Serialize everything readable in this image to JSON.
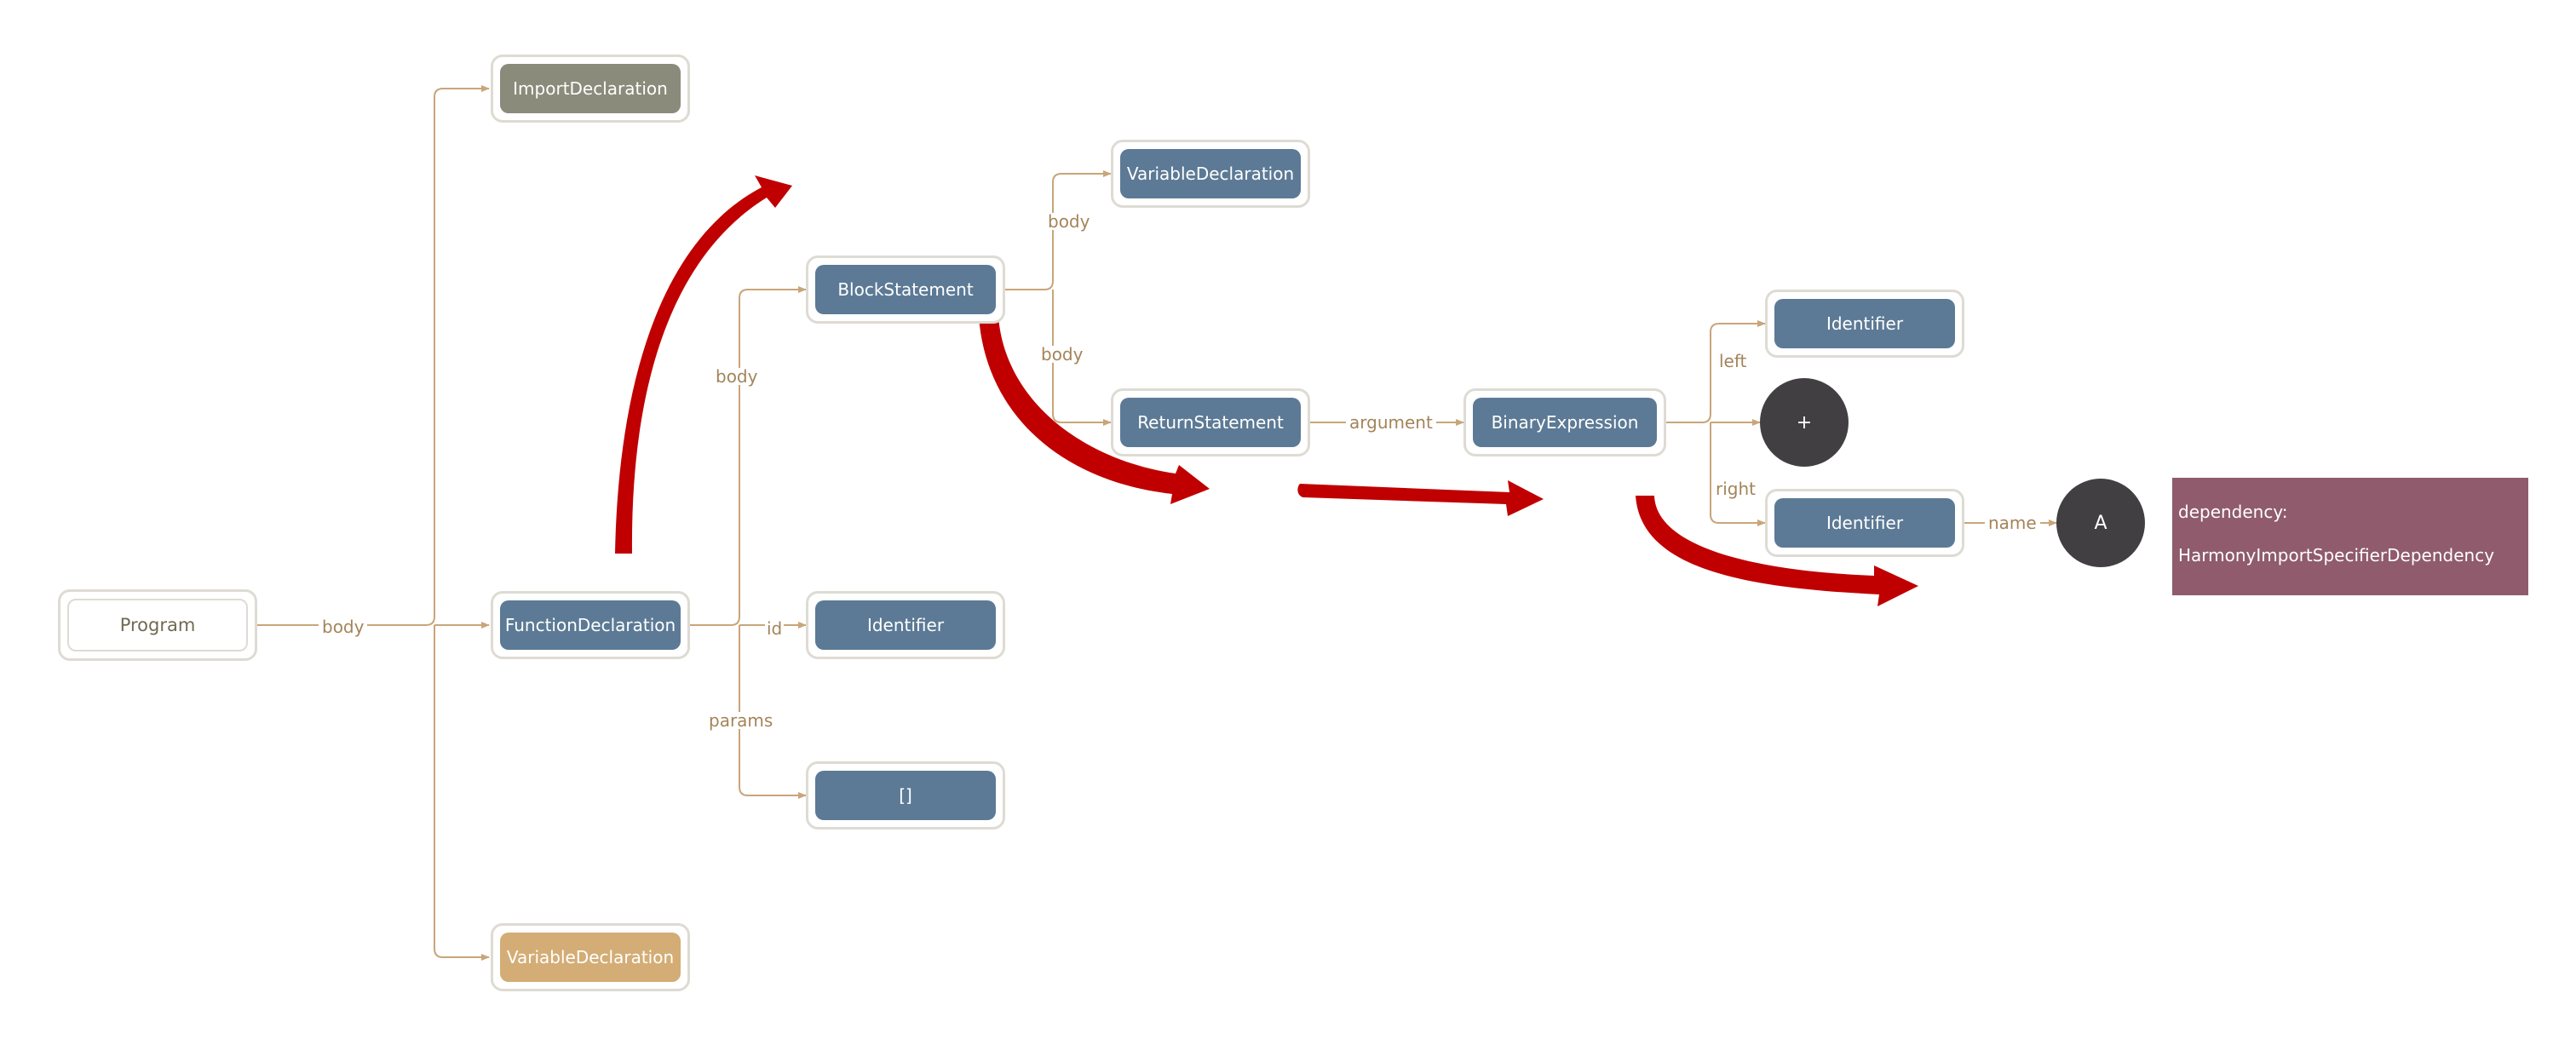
{
  "nodes": {
    "program": "Program",
    "import_declaration": "ImportDeclaration",
    "function_declaration": "FunctionDeclaration",
    "variable_declaration_root": "VariableDeclaration",
    "block_statement": "BlockStatement",
    "identifier_id": "Identifier",
    "params_array": "[]",
    "variable_declaration_block": "VariableDeclaration",
    "return_statement": "ReturnStatement",
    "binary_expression": "BinaryExpression",
    "identifier_left": "Identifier",
    "operator_plus": "+",
    "identifier_right": "Identifier",
    "name_a": "A"
  },
  "edges": {
    "program_body": "body",
    "fn_body": "body",
    "fn_id": "id",
    "fn_params": "params",
    "block_body_1": "body",
    "block_body_2": "body",
    "return_argument": "argument",
    "binary_left": "left",
    "binary_right": "right",
    "identifier_name": "name"
  },
  "dependency": {
    "line1": "dependency:",
    "line2": "HarmonyImportSpecifierDependency"
  },
  "colors": {
    "edge": "#c9a57a",
    "arrow": "#c00000",
    "node_blue": "#5c7a95",
    "node_gray": "#8a8b7b",
    "node_tan": "#d3ad75",
    "circle": "#423f42",
    "dependency_box": "#8f5b6d"
  }
}
